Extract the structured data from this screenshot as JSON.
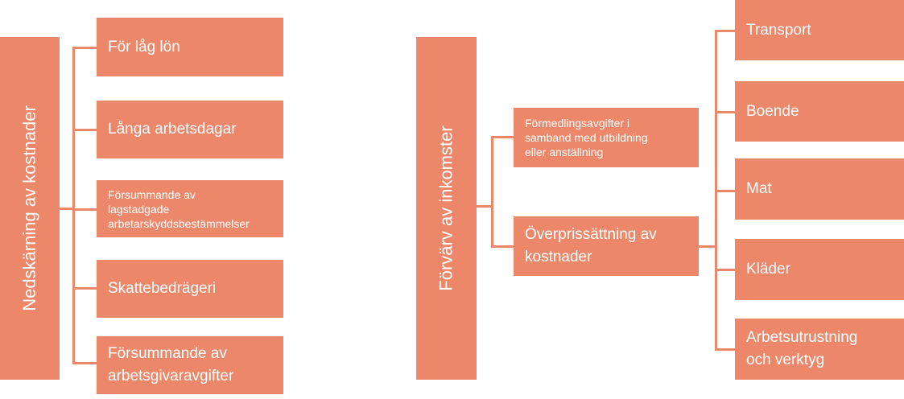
{
  "colors": {
    "box_fill": "#ED876A",
    "text": "#FFFFFF",
    "background": "#FFFFFF"
  },
  "left_tree": {
    "root": "Nedskärning av kostnader",
    "children": [
      "För låg lön",
      "Långa arbetsdagar",
      "Försummande av\nlagstadgade\narbetarskyddsbestämmelser",
      "Skattebedrägeri",
      "Försummande av\narbetsgivaravgifter"
    ]
  },
  "right_tree": {
    "root": "Förvärv av inkomster",
    "children": [
      "Förmedlingsavgifter i\nsamband med utbildning\neller anställning",
      "Överprissättning av\nkostnader"
    ],
    "sub_children": [
      "Transport",
      "Boende",
      "Mat",
      "Kläder",
      "Arbetsutrustning\noch verktyg"
    ]
  }
}
